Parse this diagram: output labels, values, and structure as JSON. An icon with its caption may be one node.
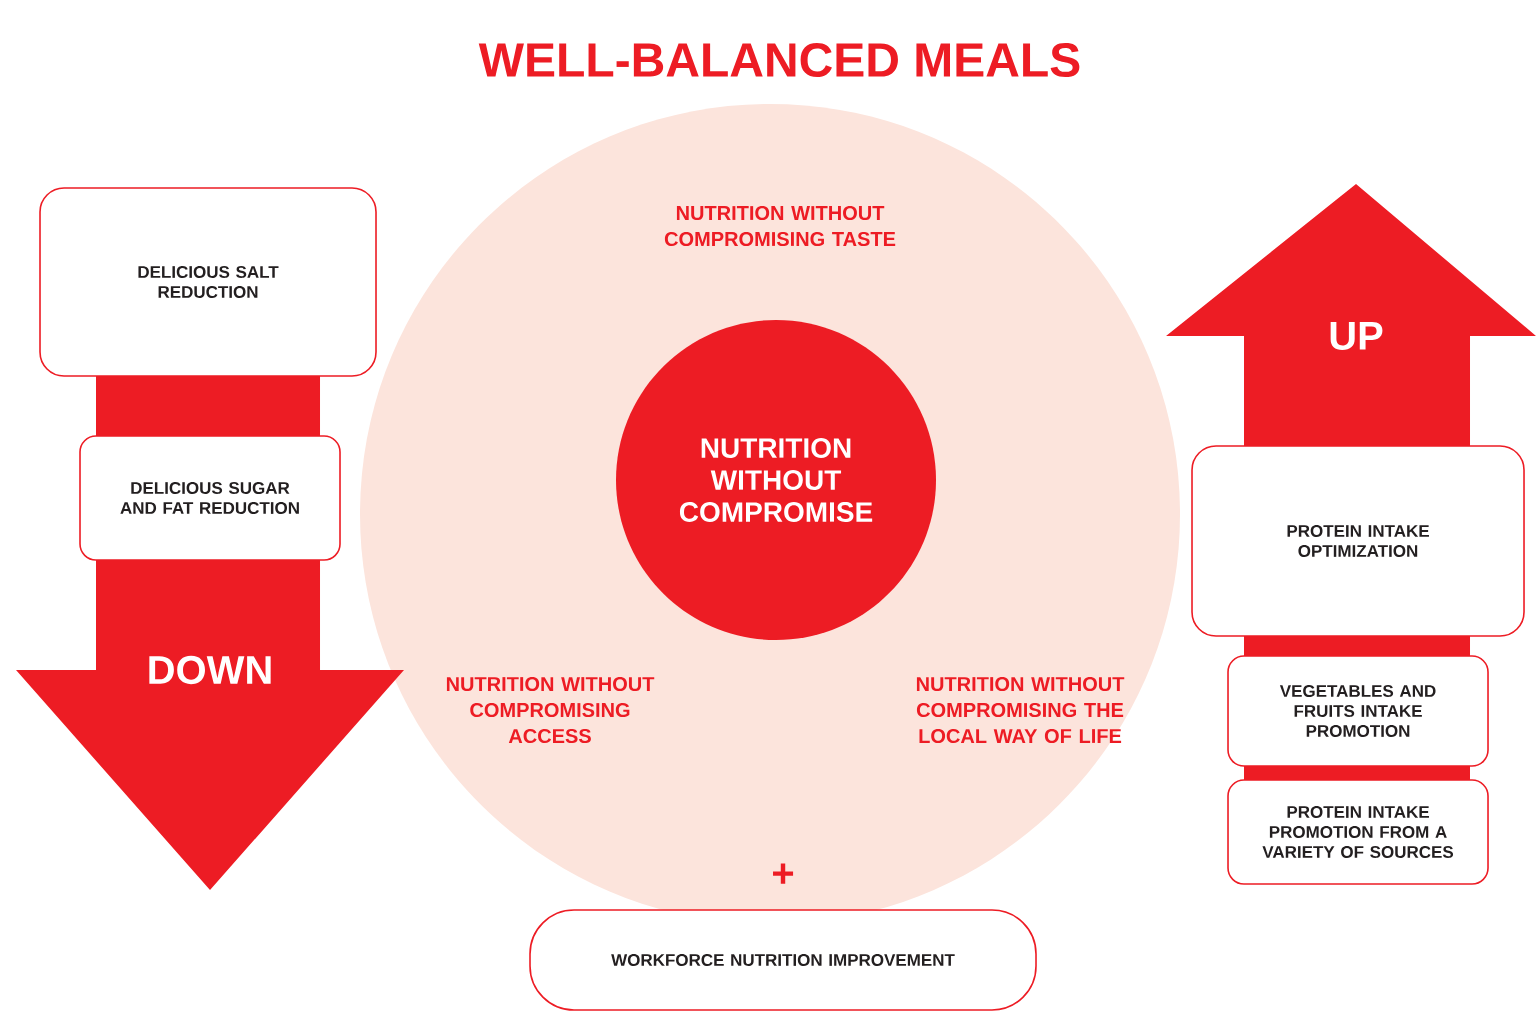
{
  "diagram": {
    "title": "WELL-BALANCED MEALS",
    "nodes": [
      {
        "text": [
          "NUTRITION WITHOUT COMPROMISING TASTE",
          "NUTRITION WITHOUT COMPROMISING ACCESS",
          "NUTRITION WITHOUT COMPROMISING THE LOCAL WAY OF LIFE"
        ]
      },
      {
        "text": [
          "NUTRITION WITHOUT COMPROMISE"
        ],
        "in": 0
      },
      {
        "text": [
          "DOWN"
        ]
      },
      {
        "text": [
          "DELICIOUS SALT REDUCTION"
        ]
      },
      {
        "text": [
          "DELICIOUS SUGAR AND FAT REDUCTION"
        ],
        "in": 2
      },
      {
        "text": [
          "UP"
        ]
      },
      {
        "text": [
          "PROTEIN INTAKE OPTIMIZATION"
        ],
        "in": 5
      },
      {
        "text": [
          "VEGETABLES AND FRUITS INTAKE PROMOTION"
        ],
        "in": 5
      },
      {
        "text": [
          "PROTEIN INTAKE PROMOTION FROM A VARIETY OF SOURCES"
        ]
      },
      {
        "text": [
          "WORKFORCE NUTRITION IMPROVEMENT"
        ],
        "beside": [
          "+"
        ]
      }
    ]
  }
}
